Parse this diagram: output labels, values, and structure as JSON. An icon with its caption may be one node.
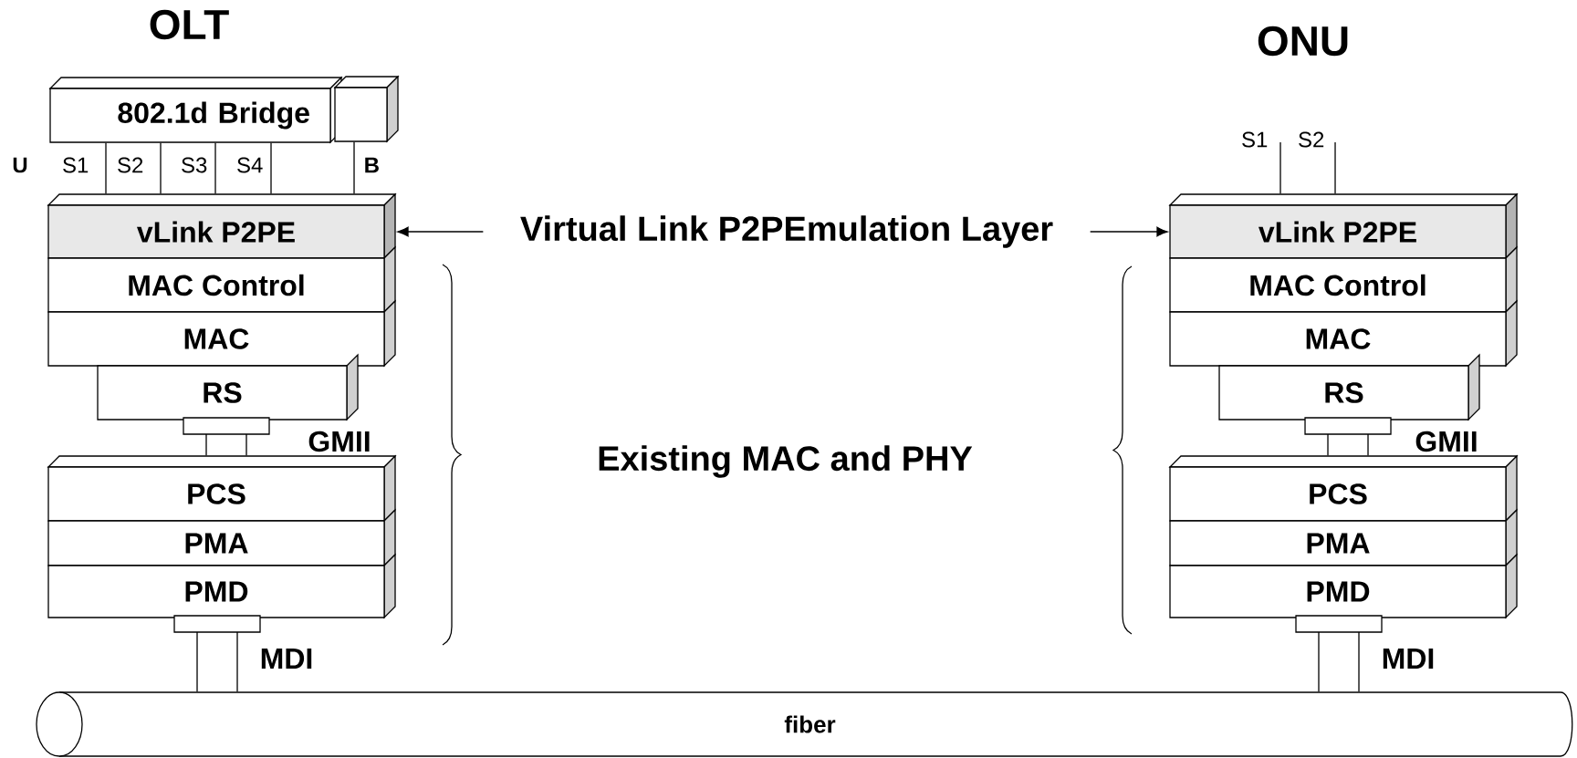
{
  "diagram": {
    "nodes": [
      {
        "text": [
          "802.1d Bridge"
        ]
      },
      {
        "text": [],
        "shape": "box"
      },
      {
        "text": [
          "vLink P2PE"
        ]
      },
      {
        "text": [
          "MAC Control"
        ]
      },
      {
        "text": [
          "MAC"
        ]
      },
      {
        "text": [
          "RS"
        ]
      },
      {
        "text": [
          "PCS"
        ]
      },
      {
        "text": [
          "PMA"
        ]
      },
      {
        "text": [
          "PMD"
        ]
      },
      {
        "text": [
          "Virtual Link P2PEmulation Layer"
        ]
      },
      {
        "text": [
          "vLink P2PE"
        ]
      },
      {
        "text": [
          "MAC Control"
        ]
      },
      {
        "text": [
          "MAC"
        ]
      },
      {
        "text": [
          "RS"
        ]
      },
      {
        "text": [
          "PCS"
        ]
      },
      {
        "text": [
          "PMA"
        ]
      },
      {
        "text": [
          "PMD"
        ]
      },
      {
        "text": [
          "fiber"
        ]
      }
    ],
    "edges": [
      {
        "from": 0,
        "to": 2,
        "arrow": "none",
        "label": "S1"
      },
      {
        "from": 0,
        "to": 2,
        "arrow": "none",
        "label": "S2"
      },
      {
        "from": 0,
        "to": 2,
        "arrow": "none",
        "label": "S3"
      },
      {
        "from": 0,
        "to": 2,
        "arrow": "none",
        "label": "S4"
      },
      {
        "from": 1,
        "to": 2,
        "arrow": "none",
        "label": "B"
      },
      {
        "from": 9,
        "to": 2,
        "arrow": "to"
      },
      {
        "from": 9,
        "to": 10,
        "arrow": "to"
      },
      {
        "from": null,
        "to": 10,
        "arrow": "none",
        "label": "S1"
      },
      {
        "from": null,
        "to": 10,
        "arrow": "none",
        "label": "S2"
      },
      {
        "from": 5,
        "to": 6,
        "arrow": "other",
        "label": "GMII"
      },
      {
        "from": 8,
        "to": 17,
        "arrow": "other",
        "label": "MDI"
      },
      {
        "from": 13,
        "to": 14,
        "arrow": "other",
        "label": "GMII"
      },
      {
        "from": 16,
        "to": 17,
        "arrow": "other",
        "label": "MDI"
      }
    ],
    "labels": [
      "OLT",
      "ONU",
      "U",
      "Existing MAC and PHY"
    ]
  }
}
